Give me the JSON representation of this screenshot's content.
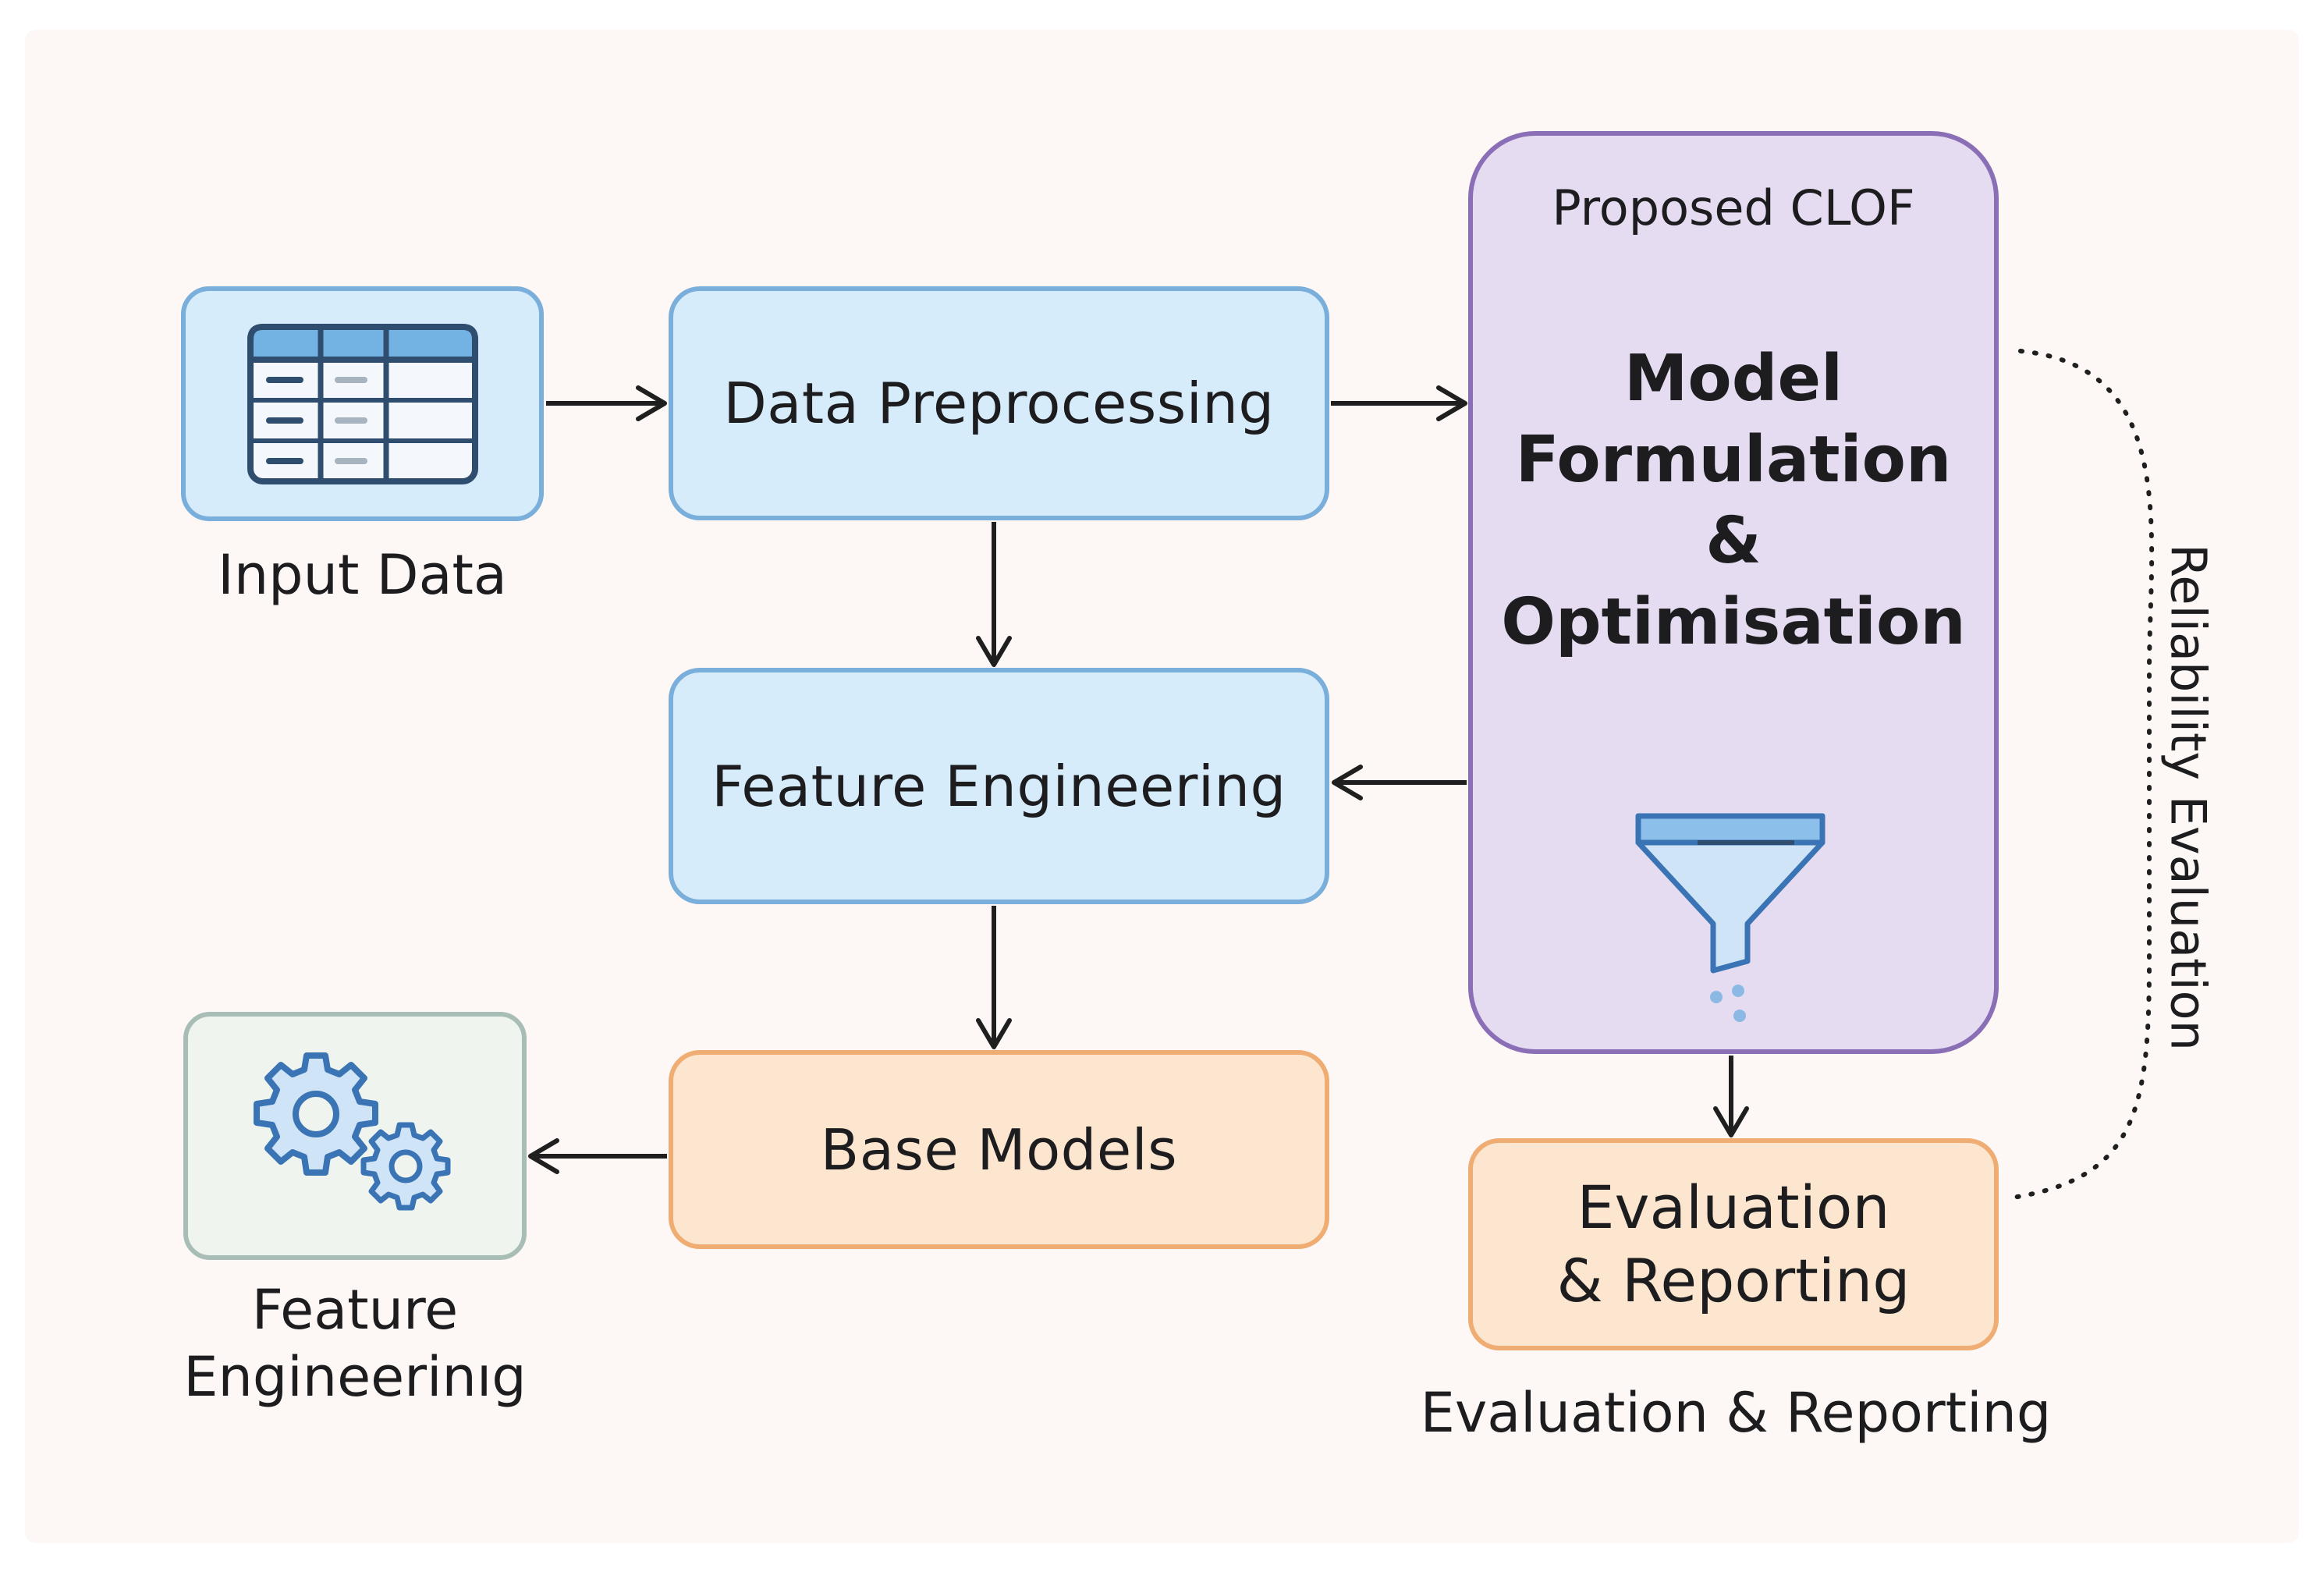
{
  "nodes": {
    "input_data": {
      "label": "Input Data",
      "icon": "table-icon"
    },
    "data_preprocessing": {
      "label": "Data Preprocessing"
    },
    "feature_engineering_box": {
      "label": "Feature Engineering"
    },
    "base_models": {
      "label": "Base Models"
    },
    "feature_engineering_icon": {
      "label_line1": "Feature",
      "label_line2": "Engineerinıg",
      "icon": "gears-icon"
    },
    "proposed_clof": {
      "title": "Proposed CLOF",
      "line1": "Model",
      "line2": "Formulation",
      "line3": "&",
      "line4": "Optimisation",
      "icon": "funnel-icon"
    },
    "evaluation_reporting": {
      "line1": "Evaluation",
      "line2": "& Reporting",
      "caption": "Evaluation & Reporting"
    }
  },
  "loop_label": "Reliability Evaluation",
  "colors": {
    "blue_fill": "#d7ecfb",
    "blue_stroke": "#7aaedb",
    "orange_fill": "#fde6cf",
    "orange_stroke": "#efad73",
    "purple_fill": "#e6dcf1",
    "purple_stroke": "#8b6fb6",
    "grey_fill": "#eff4ee",
    "grey_stroke": "#a9bdb7",
    "arrow": "#1f1f1f"
  }
}
